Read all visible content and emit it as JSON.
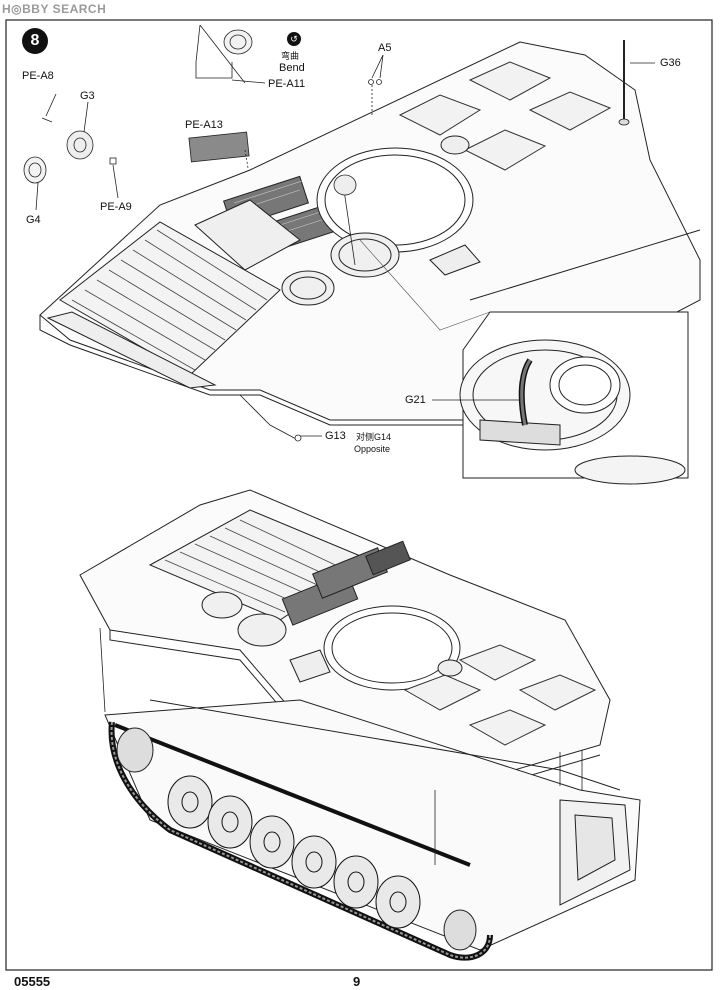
{
  "watermark": "H◎BBY SEARCH",
  "step": {
    "number": "8"
  },
  "bend": {
    "icon": "bend-arrow-icon",
    "chinese": "弯曲",
    "english": "Bend"
  },
  "callouts": {
    "pe_a8": "PE-A8",
    "g3": "G3",
    "g4": "G4",
    "pe_a9": "PE-A9",
    "pe_a13": "PE-A13",
    "pe_a11": "PE-A11",
    "a5": "A5",
    "g36": "G36",
    "g21": "G21",
    "g13": "G13",
    "g14_chinese": "对侧G14",
    "opposite": "Opposite"
  },
  "footer": {
    "code": "05555",
    "page": "9"
  }
}
